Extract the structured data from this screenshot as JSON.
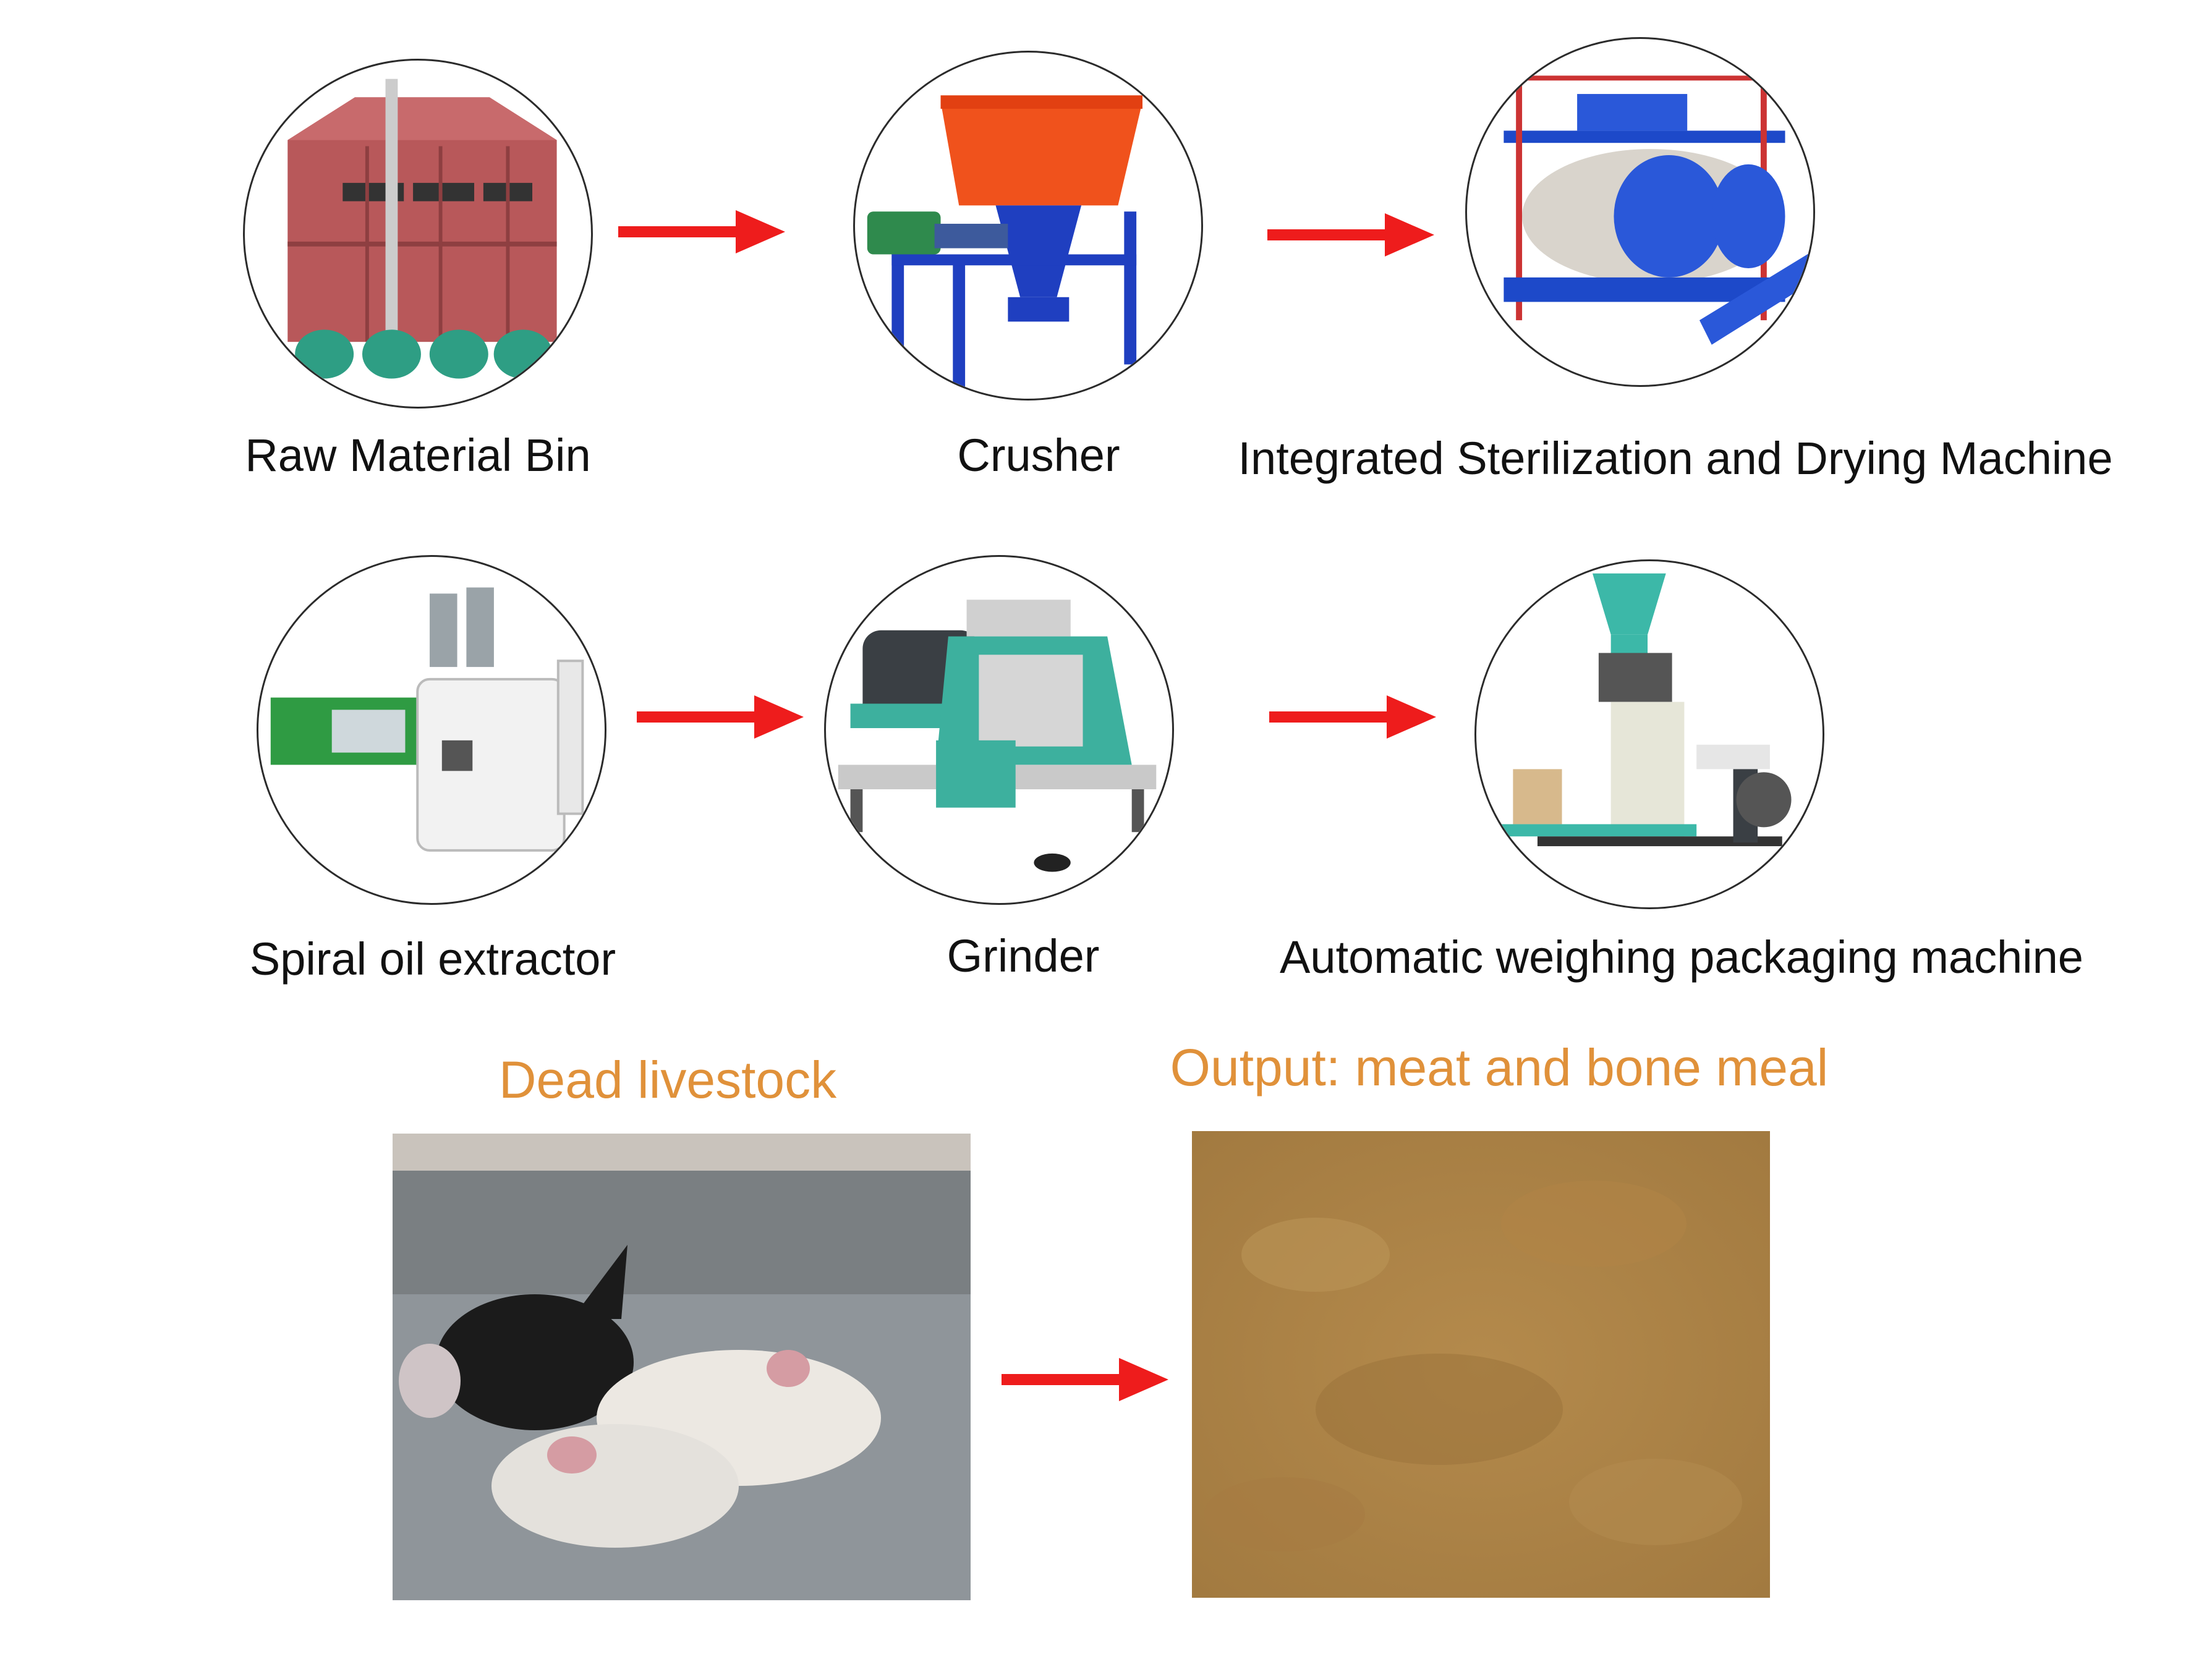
{
  "steps": [
    {
      "label": "Raw Material Bin",
      "icon": "raw-material-bin-icon"
    },
    {
      "label": "Crusher",
      "icon": "crusher-icon"
    },
    {
      "label": "Integrated Sterilization and Drying Machine",
      "icon": "sterilization-drying-machine-icon"
    },
    {
      "label": "Spiral oil extractor",
      "icon": "spiral-oil-extractor-icon"
    },
    {
      "label": "Grinder",
      "icon": "grinder-icon"
    },
    {
      "label": "Automatic weighing packaging machine",
      "icon": "weighing-packaging-machine-icon"
    }
  ],
  "input": {
    "title": "Dead livestock",
    "image": "dead-livestock-photo"
  },
  "output": {
    "title": "Output: meat and bone meal",
    "image": "meat-and-bone-meal-photo"
  },
  "colors": {
    "arrow": "#ee1c1c",
    "title_text": "#e0913a",
    "label_text": "#111111",
    "circle_border": "#2b2b2b"
  }
}
